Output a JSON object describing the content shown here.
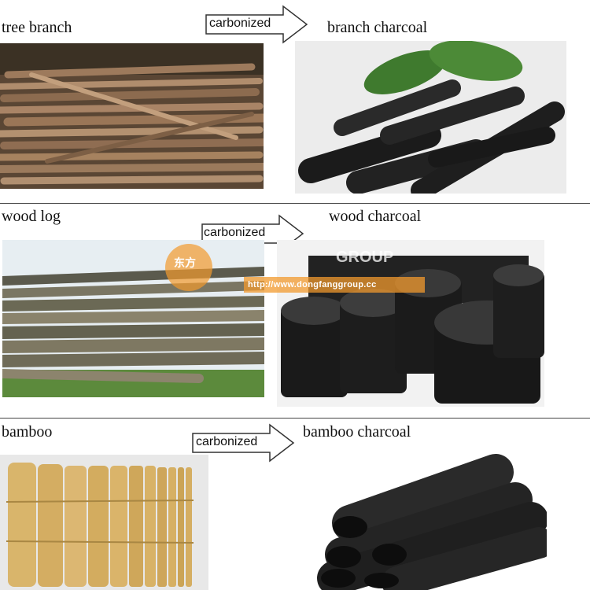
{
  "rows": [
    {
      "source_label": "tree branch",
      "arrow_label": "carbonized",
      "result_label": "branch  charcoal"
    },
    {
      "source_label": "wood log",
      "arrow_label": "carbonized",
      "result_label": "wood charcoal"
    },
    {
      "source_label": "bamboo",
      "arrow_label": "carbonized",
      "result_label": "bamboo charcoal"
    }
  ],
  "watermark": {
    "brand_cn": "东方",
    "brand_text": "GROUP",
    "url": "http://www.dongfanggroup.cc"
  },
  "colors": {
    "wood": "#8a6a4f",
    "charcoal": "#1c1c1c",
    "bamboo": "#d9b56b",
    "leaf": "#3f7a2e",
    "grass": "#5c8a3c",
    "watermark_orange": "#f29a2e"
  }
}
